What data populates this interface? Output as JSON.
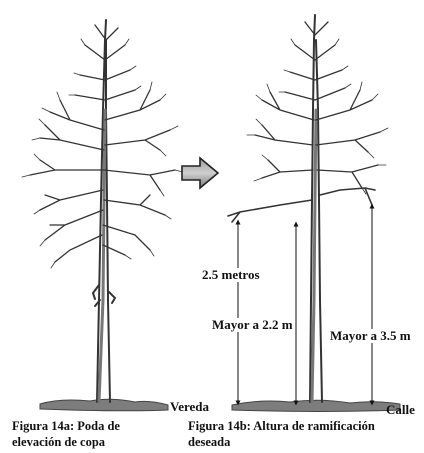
{
  "figure_a": {
    "caption_line1": "Figura 14a: Poda de",
    "caption_line2": "elevación de copa"
  },
  "figure_b": {
    "caption_line1": "Figura 14b: Altura de ramificación",
    "caption_line2": "deseada",
    "labels": {
      "branch_height": "2.5 metros",
      "left_min": "Mayor a 2.2 m",
      "right_min": "Mayor a 3.5 m",
      "sidewalk": "Vereda",
      "street": "Calle"
    }
  },
  "icons": [
    "arrow-right-icon"
  ]
}
